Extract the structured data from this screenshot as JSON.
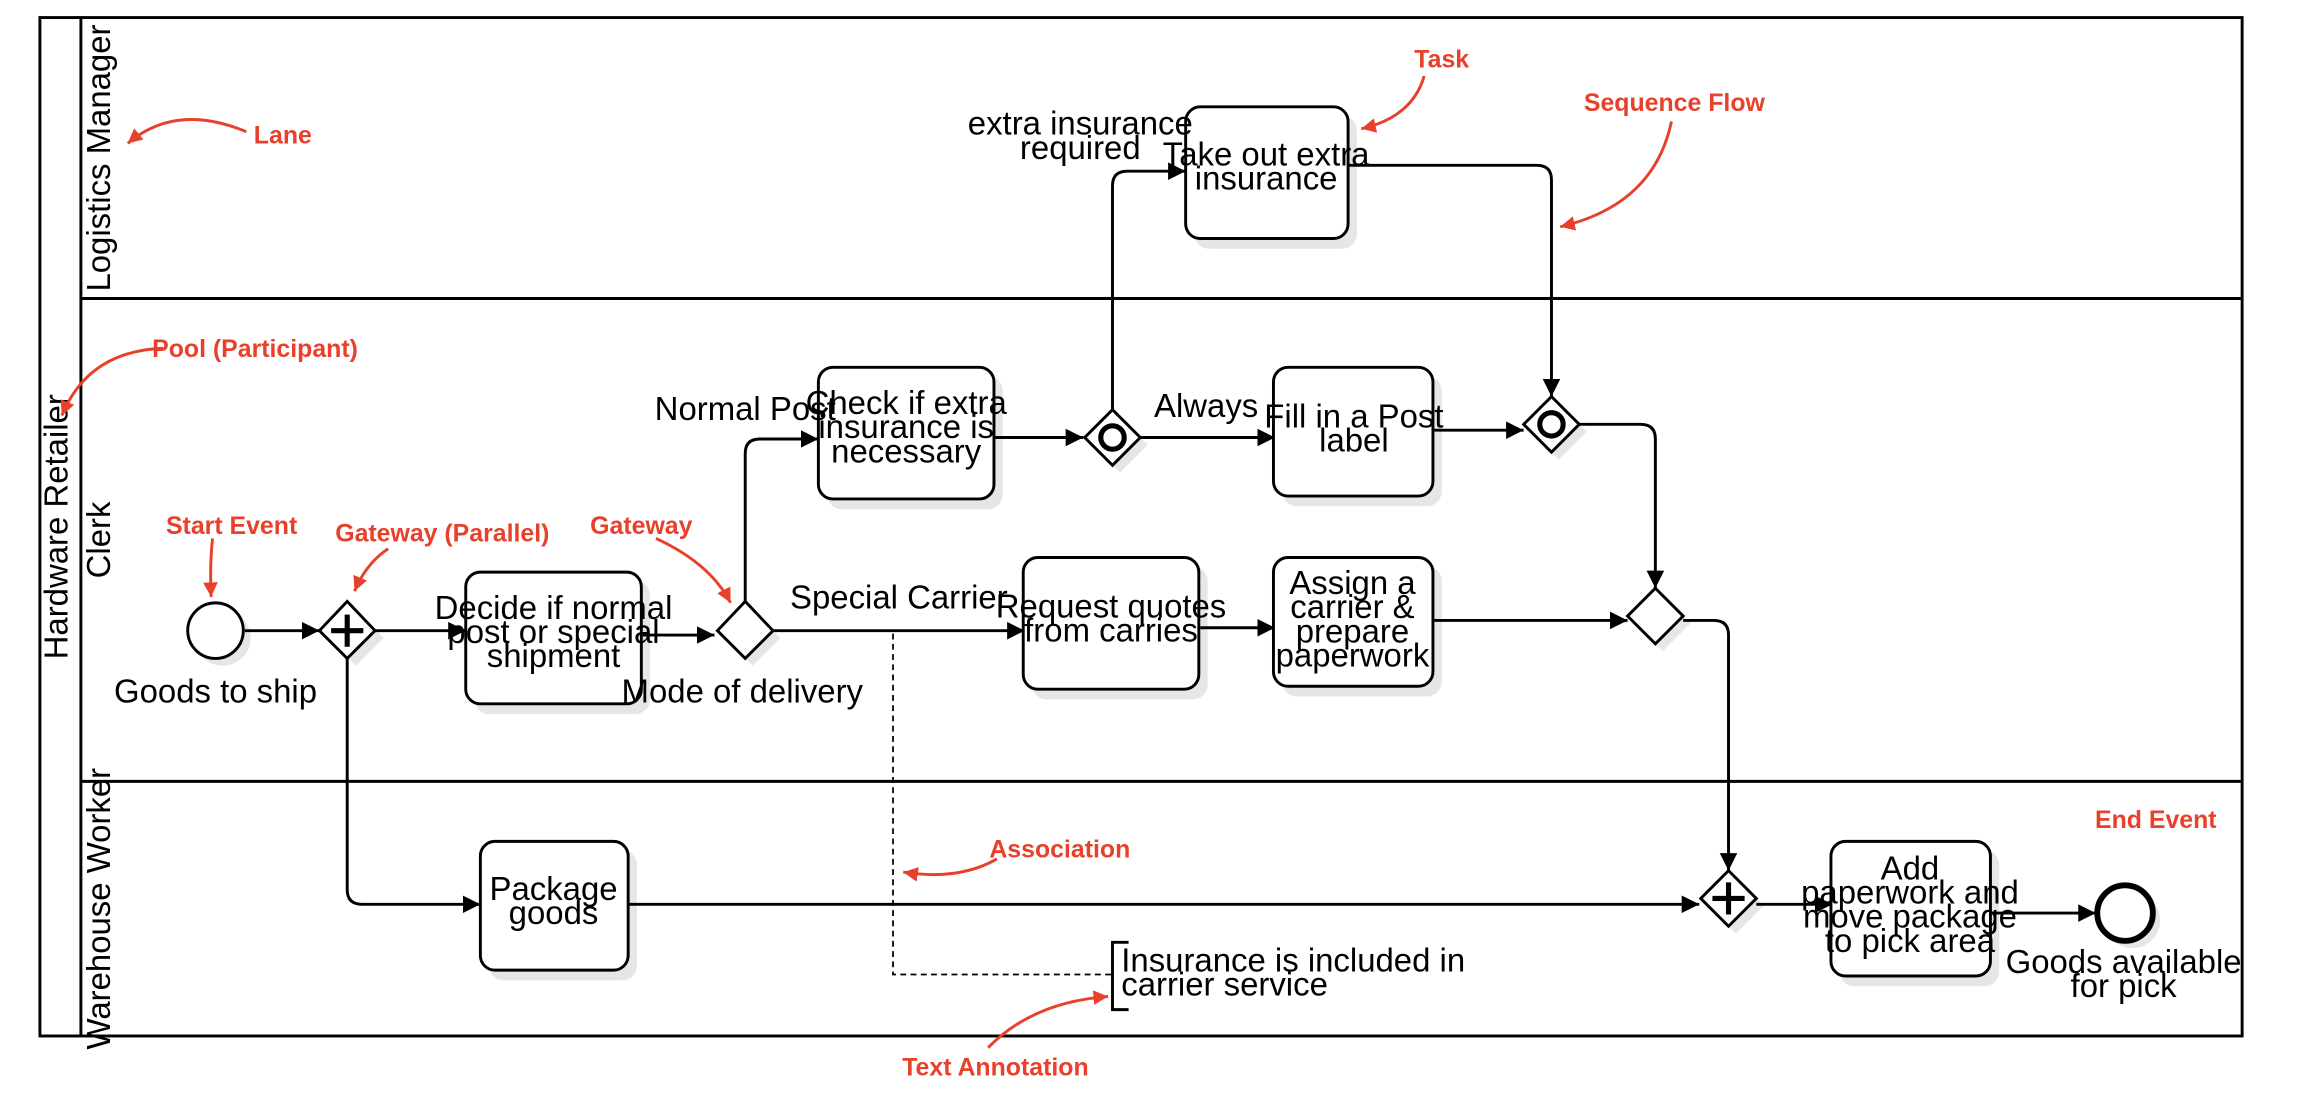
{
  "pool": {
    "label": "Hardware Retailer"
  },
  "lanes": [
    {
      "id": "logistics",
      "label": "Logistics Manager"
    },
    {
      "id": "clerk",
      "label": "Clerk"
    },
    {
      "id": "warehouse",
      "label": "Warehouse Worker"
    }
  ],
  "tasks": {
    "take_out_insurance": [
      "Take out extra",
      "insurance"
    ],
    "check_insurance": [
      "Check if extra",
      "insurance is",
      "necessary"
    ],
    "fill_post_label": [
      "Fill in a Post",
      "label"
    ],
    "decide_shipment": [
      "Decide if normal",
      "post or special",
      "shipment"
    ],
    "request_quotes": [
      "Request quotes",
      "from carries"
    ],
    "assign_carrier": [
      "Assign a",
      "carrier &",
      "prepare",
      "paperwork"
    ],
    "package_goods": [
      "Package",
      "goods"
    ],
    "add_paperwork": [
      "Add",
      "paperwork and",
      "move package",
      "to pick area"
    ]
  },
  "events": {
    "start": [
      "Goods to ship"
    ],
    "end": [
      "Goods available",
      "for pick"
    ]
  },
  "labels": {
    "extra_insurance": [
      "extra insurance",
      "required"
    ],
    "always": "Always",
    "normal_post": "Normal Post",
    "special_carrier": "Special Carrier",
    "mode_of_delivery": "Mode of delivery"
  },
  "text_annotation": [
    "Insurance is included in",
    "carrier service"
  ],
  "annotations": {
    "color": "#e8402a",
    "task": "Task",
    "sequence_flow": "Sequence Flow",
    "lane": "Lane",
    "pool": "Pool (Participant)",
    "start_event": "Start Event",
    "gateway_parallel": "Gateway (Parallel)",
    "gateway": "Gateway",
    "association": "Association",
    "end_event": "End Event",
    "text_annotation": "Text Annotation"
  }
}
